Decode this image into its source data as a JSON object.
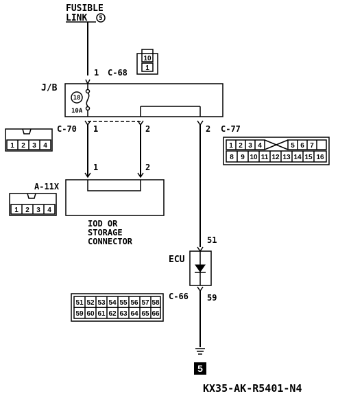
{
  "fusible_link": {
    "line1": "FUSIBLE",
    "line2": "LINK",
    "number": "5"
  },
  "fuse_connector_icon": {
    "label": "10",
    "pin": "1"
  },
  "jb": {
    "label": "J/B",
    "fuse_number": "18",
    "fuse_amperage": "10A",
    "input_pin": "1",
    "input_connector": "C-68"
  },
  "c70": {
    "label": "C-70",
    "pin_left": "1",
    "pin_right": "2",
    "pins": [
      "1",
      "2",
      "3",
      "4"
    ]
  },
  "c77": {
    "label": "C-77",
    "pin": "2",
    "row1": [
      "1",
      "2",
      "3",
      "4",
      "5",
      "6",
      "7"
    ],
    "row2": [
      "8",
      "9",
      "10",
      "11",
      "12",
      "13",
      "14",
      "15",
      "16"
    ]
  },
  "a11x": {
    "label": "A-11X",
    "pin_left": "1",
    "pin_right": "2",
    "pins": [
      "1",
      "2",
      "3",
      "4"
    ],
    "name_line1": "IOD OR",
    "name_line2": "STORAGE",
    "name_line3": "CONNECTOR"
  },
  "ecu": {
    "label": "ECU",
    "pin_in": "51",
    "pin_out": "59"
  },
  "c66": {
    "label": "C-66",
    "row1": [
      "51",
      "52",
      "53",
      "54",
      "55",
      "56",
      "57",
      "58"
    ],
    "row2": [
      "59",
      "60",
      "61",
      "62",
      "63",
      "64",
      "65",
      "66"
    ]
  },
  "ground": {
    "number": "5"
  },
  "footer": {
    "code": "KX35-AK-R5401-N4"
  }
}
